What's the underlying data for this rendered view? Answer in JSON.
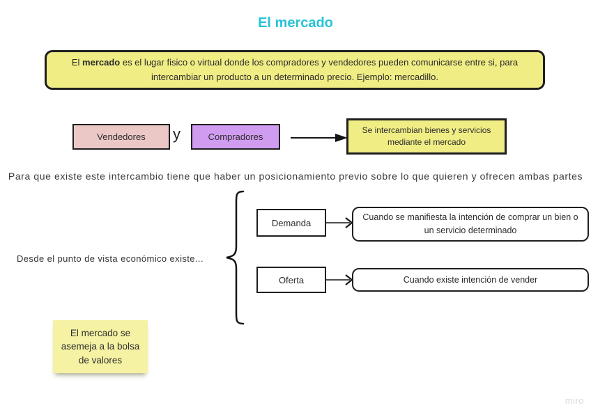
{
  "title": "El mercado",
  "colors": {
    "title_accent": "#29c3d6",
    "note_yellow": "#f0ed85",
    "pink": "#ebc8c6",
    "purple": "#d09cf0",
    "sticky_yellow": "#f5f2a3",
    "ink": "#1f1f1f"
  },
  "definition": {
    "line1_pre": "El ",
    "line1_bold": "mercado",
    "line1_rest": " es el lugar fisico o virtual donde los compradores y vendedores pueden comunicarse entre si, para",
    "line2": "intercambiar un producto a un determinado precio. Ejemplo: mercadillo."
  },
  "exchange_row": {
    "sellers_label": "Vendedores",
    "connector": "y",
    "buyers_label": "Compradores",
    "result": "Se intercambian bienes y servicios mediante el mercado"
  },
  "intro_line": "Para que existe este intercambio tiene que haber un posicionamiento previo sobre lo que quieren y ofrecen ambas partes",
  "economic_view": {
    "label": "Desde el punto de vista económico existe...",
    "branches": [
      {
        "term": "Demanda",
        "description": "Cuando se manifiesta la intención de comprar un bien o un servicio determinado"
      },
      {
        "term": "Oferta",
        "description": "Cuando existe intención de vender"
      }
    ]
  },
  "sticky_note": "El mercado se asemeja a la bolsa de valores",
  "watermark": "miro"
}
